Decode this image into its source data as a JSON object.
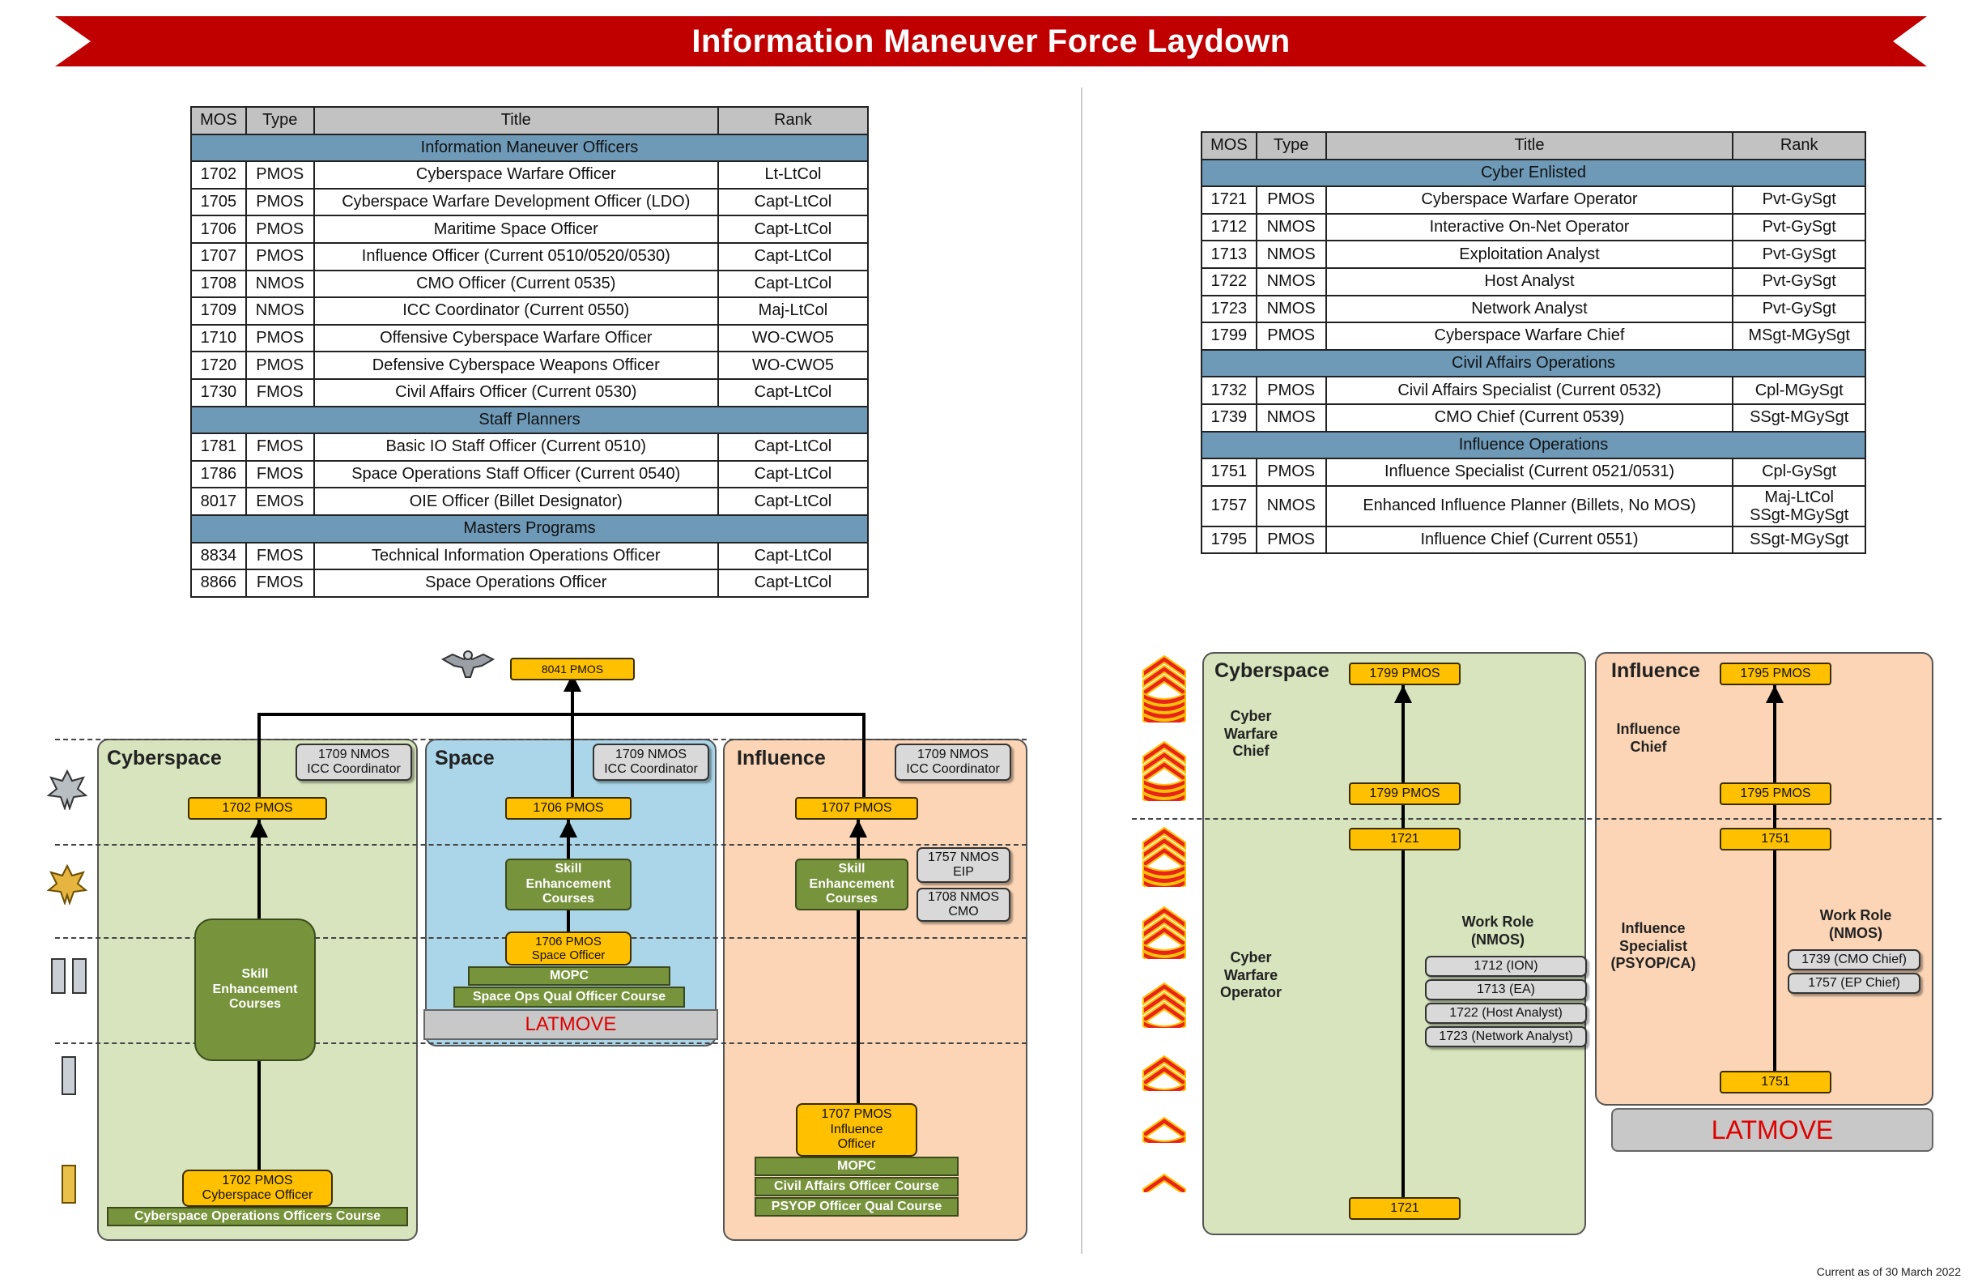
{
  "banner": {
    "title": "Information Maneuver Force Laydown",
    "color": "#c00000"
  },
  "officer_table": {
    "headers": [
      "MOS",
      "Type",
      "Title",
      "Rank"
    ],
    "sections": [
      {
        "name": "Information Maneuver Officers",
        "rows": [
          [
            "1702",
            "PMOS",
            "Cyberspace Warfare Officer",
            "Lt-LtCol"
          ],
          [
            "1705",
            "PMOS",
            "Cyberspace Warfare Development Officer (LDO)",
            "Capt-LtCol"
          ],
          [
            "1706",
            "PMOS",
            "Maritime Space Officer",
            "Capt-LtCol"
          ],
          [
            "1707",
            "PMOS",
            "Influence Officer (Current 0510/0520/0530)",
            "Capt-LtCol"
          ],
          [
            "1708",
            "NMOS",
            "CMO Officer (Current 0535)",
            "Capt-LtCol"
          ],
          [
            "1709",
            "NMOS",
            "ICC Coordinator (Current 0550)",
            "Maj-LtCol"
          ],
          [
            "1710",
            "PMOS",
            "Offensive Cyberspace Warfare Officer",
            "WO-CWO5"
          ],
          [
            "1720",
            "PMOS",
            "Defensive Cyberspace Weapons Officer",
            "WO-CWO5"
          ],
          [
            "1730",
            "FMOS",
            "Civil Affairs Officer (Current 0530)",
            "Capt-LtCol"
          ]
        ]
      },
      {
        "name": "Staff Planners",
        "rows": [
          [
            "1781",
            "FMOS",
            "Basic IO Staff Officer (Current 0510)",
            "Capt-LtCol"
          ],
          [
            "1786",
            "FMOS",
            "Space Operations Staff Officer (Current 0540)",
            "Capt-LtCol"
          ],
          [
            "8017",
            "EMOS",
            "OIE Officer (Billet Designator)",
            "Capt-LtCol"
          ]
        ]
      },
      {
        "name": "Masters Programs",
        "rows": [
          [
            "8834",
            "FMOS",
            "Technical Information Operations Officer",
            "Capt-LtCol"
          ],
          [
            "8866",
            "FMOS",
            "Space Operations Officer",
            "Capt-LtCol"
          ]
        ]
      }
    ]
  },
  "enlisted_table": {
    "headers": [
      "MOS",
      "Type",
      "Title",
      "Rank"
    ],
    "sections": [
      {
        "name": "Cyber Enlisted",
        "rows": [
          [
            "1721",
            "PMOS",
            "Cyberspace Warfare Operator",
            "Pvt-GySgt"
          ],
          [
            "1712",
            "NMOS",
            "Interactive On-Net Operator",
            "Pvt-GySgt"
          ],
          [
            "1713",
            "NMOS",
            "Exploitation Analyst",
            "Pvt-GySgt"
          ],
          [
            "1722",
            "NMOS",
            "Host Analyst",
            "Pvt-GySgt"
          ],
          [
            "1723",
            "NMOS",
            "Network Analyst",
            "Pvt-GySgt"
          ],
          [
            "1799",
            "PMOS",
            "Cyberspace Warfare Chief",
            "MSgt-MGySgt"
          ]
        ]
      },
      {
        "name": "Civil Affairs Operations",
        "rows": [
          [
            "1732",
            "PMOS",
            "Civil Affairs Specialist (Current 0532)",
            "Cpl-MGySgt"
          ],
          [
            "1739",
            "NMOS",
            "CMO Chief (Current 0539)",
            "SSgt-MGySgt"
          ]
        ]
      },
      {
        "name": "Influence Operations",
        "rows": [
          [
            "1751",
            "PMOS",
            "Influence Specialist (Current 0521/0531)",
            "Cpl-GySgt"
          ],
          [
            "1757",
            "NMOS",
            "Enhanced Influence Planner (Billets, No MOS)",
            "Maj-LtCol\nSSgt-MGySgt"
          ],
          [
            "1795",
            "PMOS",
            "Influence Chief (Current 0551)",
            "SSgt-MGySgt"
          ]
        ]
      }
    ]
  },
  "officer_diagram": {
    "top_box": "8041 PMOS",
    "cyberspace": {
      "title": "Cyberspace",
      "icc_line1": "1709 NMOS",
      "icc_line2": "ICC Coordinator",
      "pmos": "1702 PMOS",
      "skill_line1": "Skill",
      "skill_line2": "Enhancement",
      "skill_line3": "Courses",
      "base_line1": "1702 PMOS",
      "base_line2": "Cyberspace Officer",
      "course": "Cyberspace Operations Officers Course"
    },
    "space": {
      "title": "Space",
      "icc_line1": "1709 NMOS",
      "icc_line2": "ICC Coordinator",
      "pmos": "1706 PMOS",
      "skill_line1": "Skill",
      "skill_line2": "Enhancement",
      "skill_line3": "Courses",
      "base_line1": "1706 PMOS",
      "base_line2": "Space Officer",
      "mopc": "MOPC",
      "course": "Space Ops Qual Officer Course",
      "latmove": "LATMOVE"
    },
    "influence": {
      "title": "Influence",
      "icc_line1": "1709 NMOS",
      "icc_line2": "ICC Coordinator",
      "pmos": "1707 PMOS",
      "skill_line1": "Skill",
      "skill_line2": "Enhancement",
      "skill_line3": "Courses",
      "eip_line1": "1757 NMOS",
      "eip_line2": "EIP",
      "cmo_line1": "1708 NMOS",
      "cmo_line2": "CMO",
      "base_line1": "1707 PMOS",
      "base_line2": "Influence",
      "base_line3": "Officer",
      "mopc": "MOPC",
      "course1": "Civil Affairs Officer Course",
      "course2": "PSYOP Officer Qual Course"
    }
  },
  "enlisted_diagram": {
    "cyberspace": {
      "title": "Cyberspace",
      "top": "1799 PMOS",
      "chief_line1": "Cyber",
      "chief_line2": "Warfare",
      "chief_line3": "Chief",
      "mid": "1799 PMOS",
      "upper": "1721",
      "operator_line1": "Cyber",
      "operator_line2": "Warfare",
      "operator_line3": "Operator",
      "work_role_line1": "Work Role",
      "work_role_line2": "(NMOS)",
      "roles": [
        "1712 (ION)",
        "1713 (EA)",
        "1722 (Host Analyst)",
        "1723 (Network Analyst)"
      ],
      "bottom": "1721"
    },
    "influence": {
      "title": "Influence",
      "top": "1795 PMOS",
      "chief_line1": "Influence",
      "chief_line2": "Chief",
      "mid": "1795 PMOS",
      "upper": "1751",
      "spec_line1": "Influence",
      "spec_line2": "Specialist",
      "spec_line3": "(PSYOP/CA)",
      "work_role_line1": "Work Role",
      "work_role_line2": "(NMOS)",
      "roles": [
        "1739 (CMO Chief)",
        "1757 (EP Chief)"
      ],
      "bottom": "1751",
      "latmove": "LATMOVE"
    }
  },
  "footer": "Current as of 30 March 2022",
  "colors": {
    "cyber_panel": "#d7e4bd",
    "space_panel": "#abd5e8",
    "influence_panel": "#fbd5b5",
    "mos_box": "#ffc000",
    "course_green": "#77933c",
    "section_blue": "#6e9ab8"
  }
}
